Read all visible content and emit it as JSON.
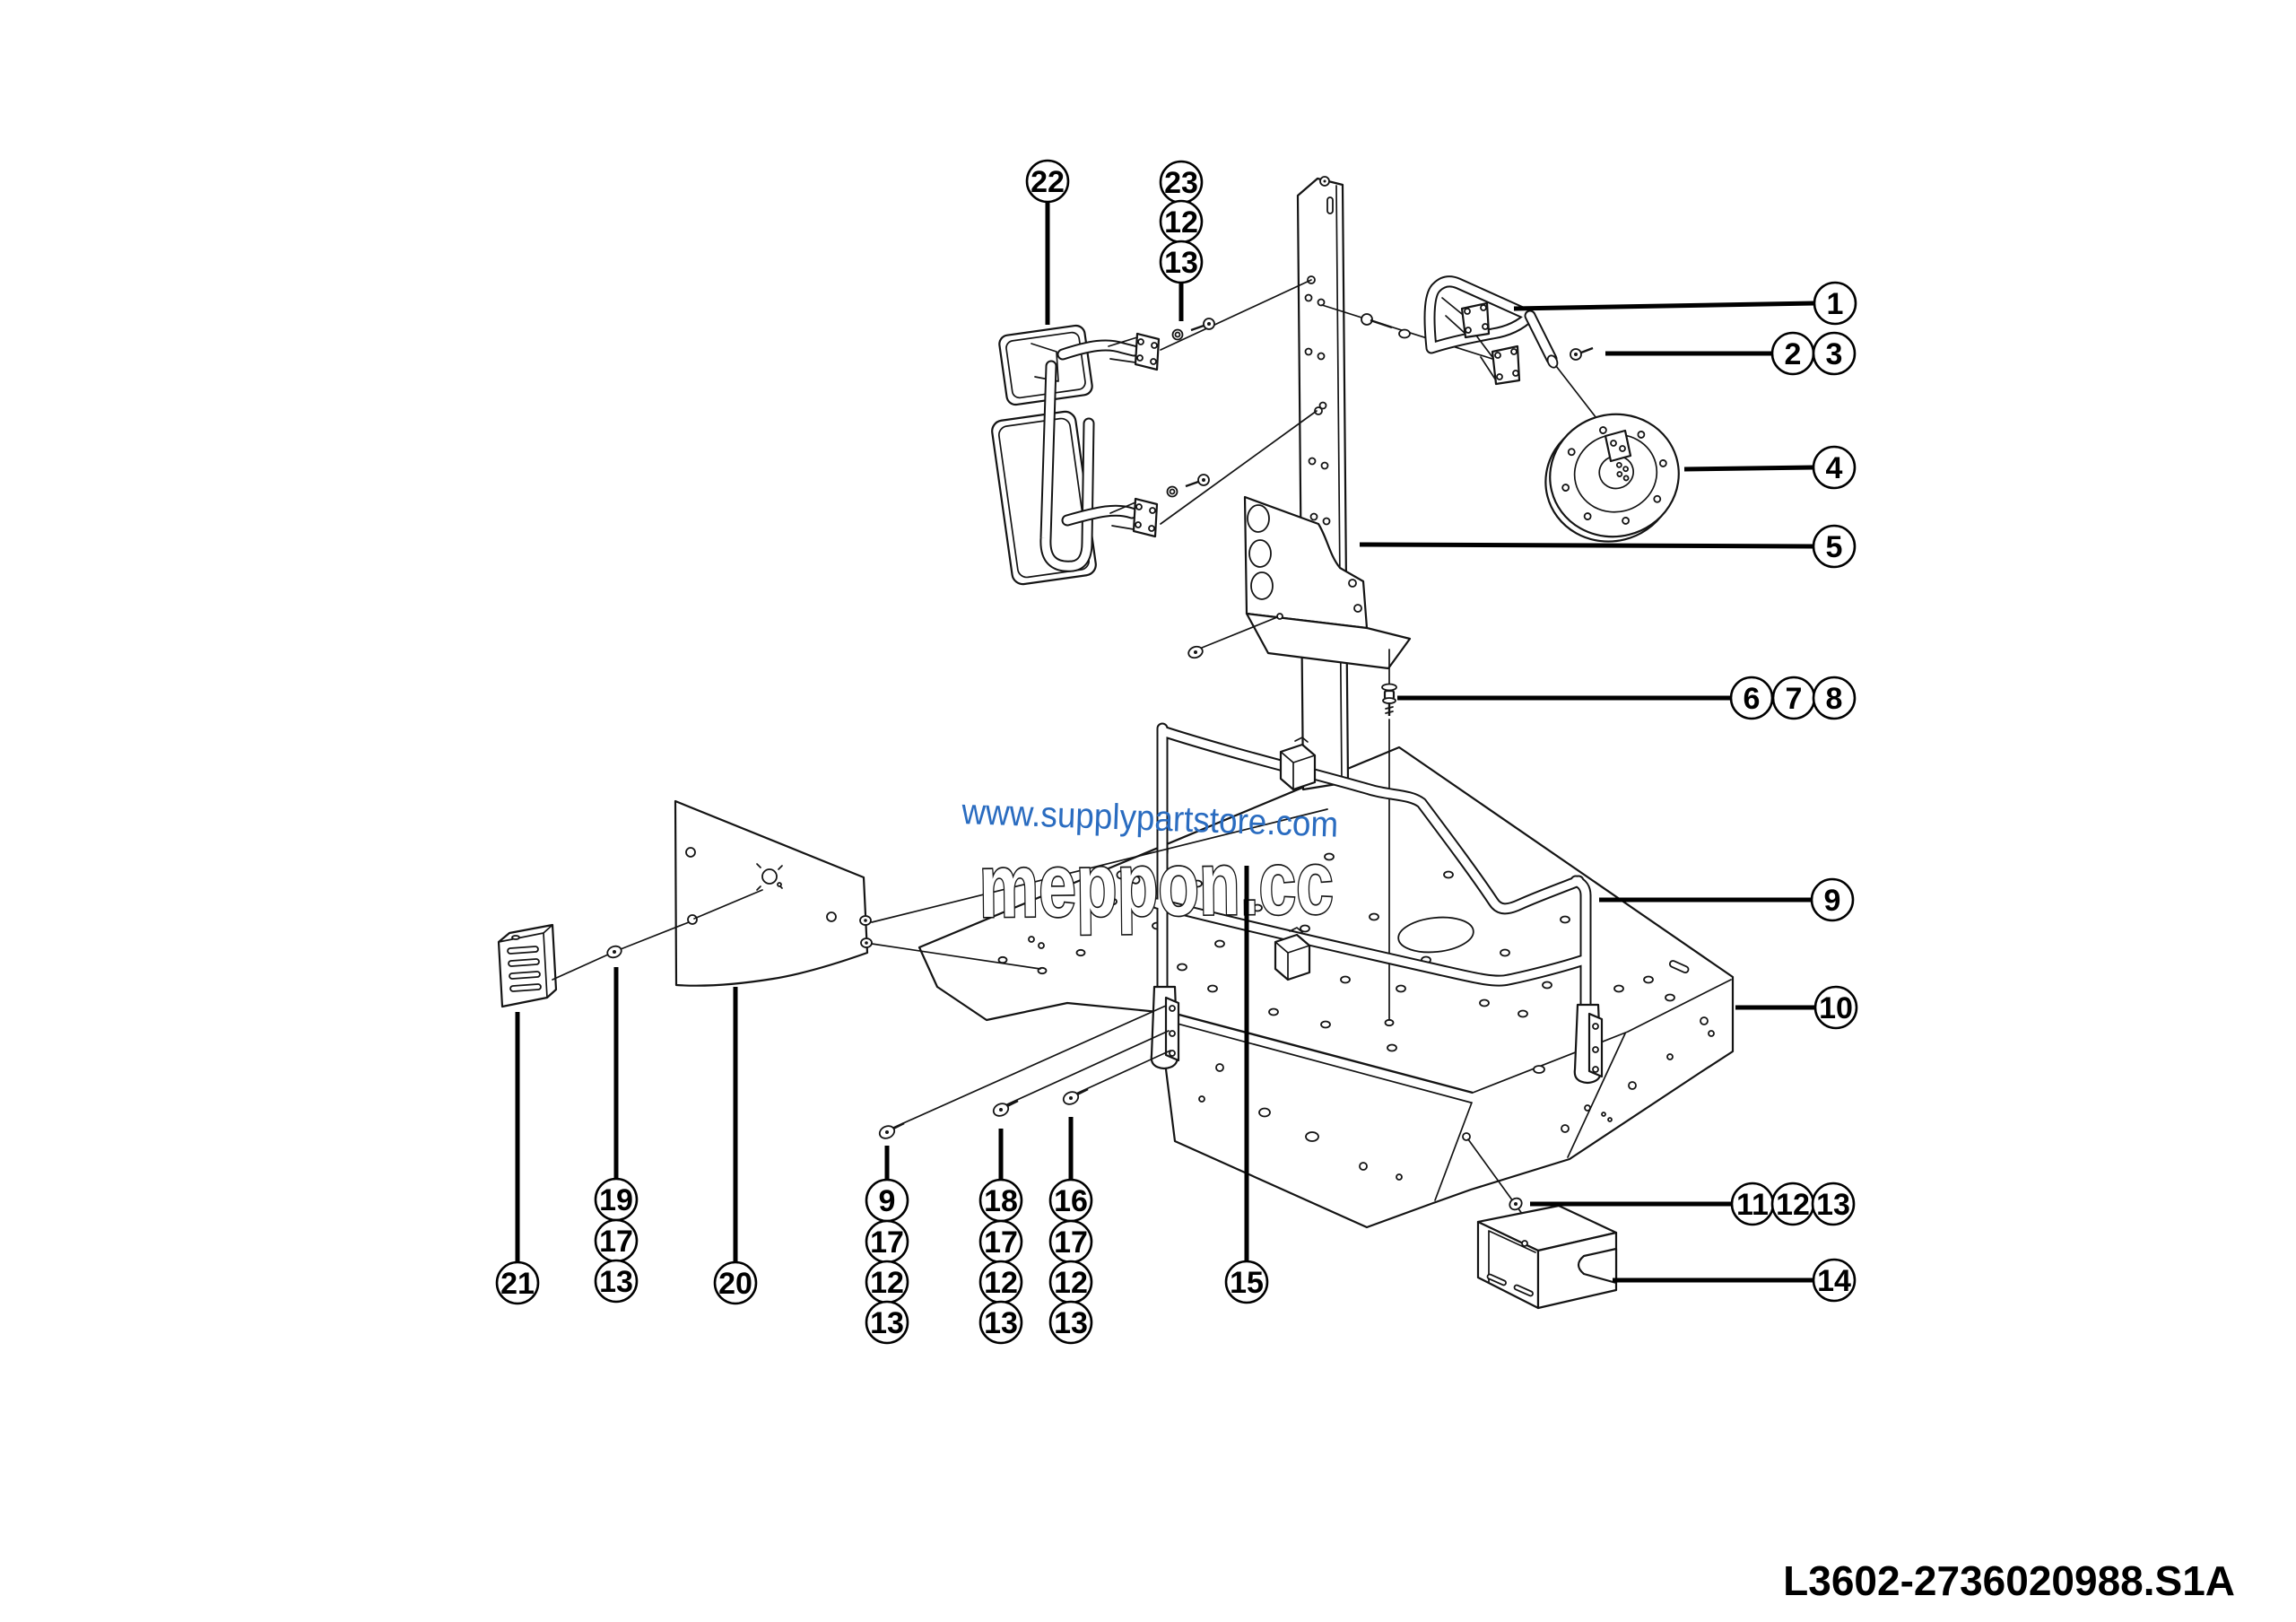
{
  "page": {
    "background": "#ffffff"
  },
  "drawing_number": "L3602-2736020988.S1A",
  "watermarks": {
    "store_url": "www.supplypartstore.com",
    "site": "meppon.cc",
    "url_color": "#2a6cc0"
  },
  "callouts": [
    {
      "id": "c22",
      "label": "22"
    },
    {
      "id": "c23",
      "label": "23"
    },
    {
      "id": "c23-12",
      "label": "12"
    },
    {
      "id": "c23-13",
      "label": "13"
    },
    {
      "id": "c1",
      "label": "1"
    },
    {
      "id": "c2",
      "label": "2"
    },
    {
      "id": "c3",
      "label": "3"
    },
    {
      "id": "c4",
      "label": "4"
    },
    {
      "id": "c5",
      "label": "5"
    },
    {
      "id": "c6",
      "label": "6"
    },
    {
      "id": "c7",
      "label": "7"
    },
    {
      "id": "c8",
      "label": "8"
    },
    {
      "id": "c9-rail",
      "label": "9"
    },
    {
      "id": "c10",
      "label": "10"
    },
    {
      "id": "c11",
      "label": "11"
    },
    {
      "id": "c11-12",
      "label": "12"
    },
    {
      "id": "c11-13",
      "label": "13"
    },
    {
      "id": "c14",
      "label": "14"
    },
    {
      "id": "c21",
      "label": "21"
    },
    {
      "id": "c19",
      "label": "19"
    },
    {
      "id": "c19-17",
      "label": "17"
    },
    {
      "id": "c19-13",
      "label": "13"
    },
    {
      "id": "c20",
      "label": "20"
    },
    {
      "id": "c9-screw",
      "label": "9"
    },
    {
      "id": "c9-17",
      "label": "17"
    },
    {
      "id": "c9-12",
      "label": "12"
    },
    {
      "id": "c9-13",
      "label": "13"
    },
    {
      "id": "c18",
      "label": "18"
    },
    {
      "id": "c18-17",
      "label": "17"
    },
    {
      "id": "c18-12",
      "label": "12"
    },
    {
      "id": "c18-13",
      "label": "13"
    },
    {
      "id": "c16",
      "label": "16"
    },
    {
      "id": "c16-17",
      "label": "17"
    },
    {
      "id": "c16-12",
      "label": "12"
    },
    {
      "id": "c16-13",
      "label": "13"
    },
    {
      "id": "c15",
      "label": "15"
    }
  ]
}
